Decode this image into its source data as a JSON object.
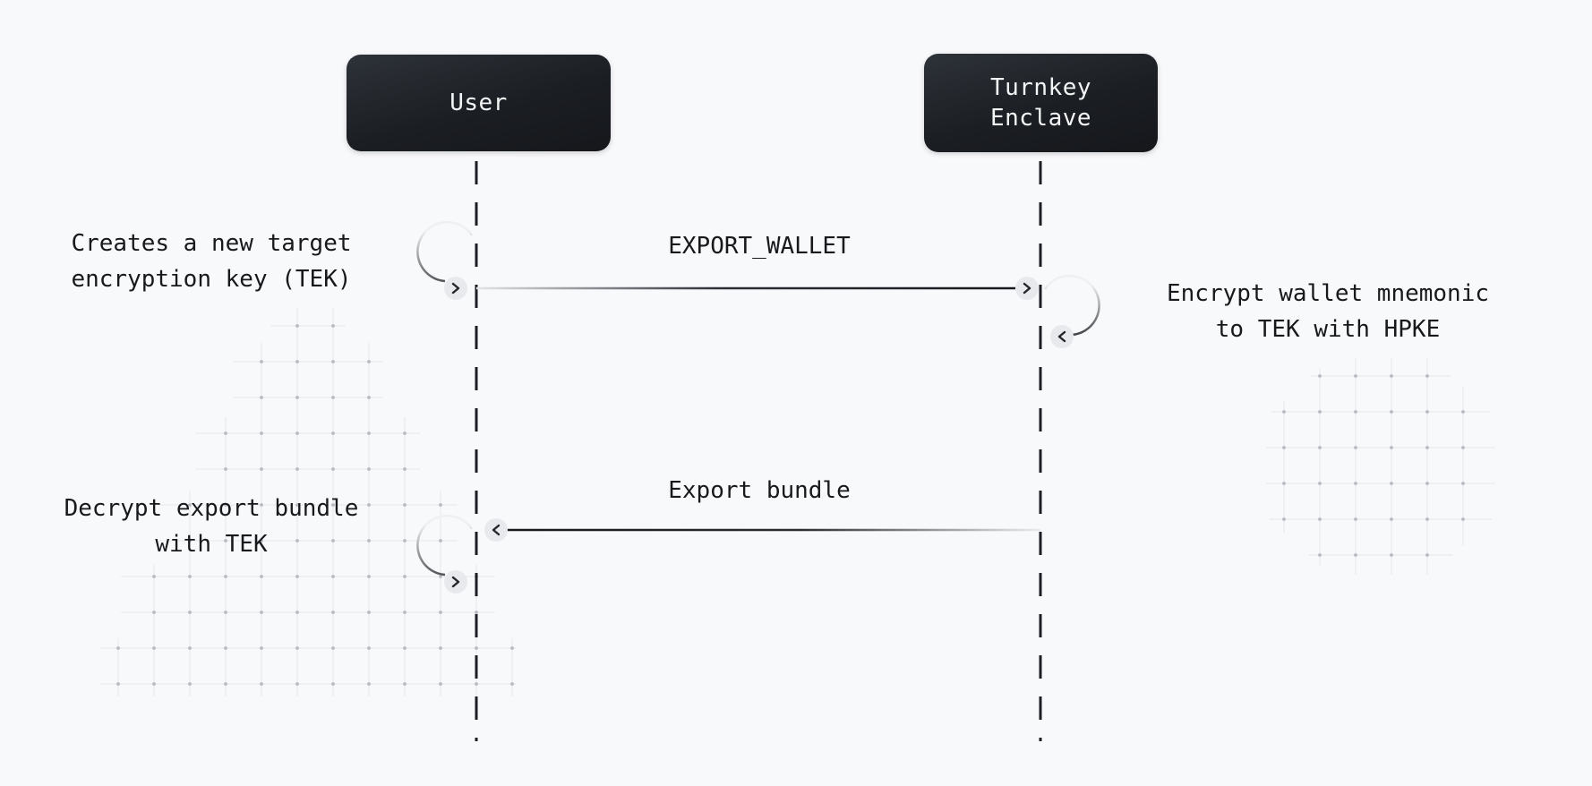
{
  "diagram": {
    "title_semantics": "wallet-export-sequence",
    "actors": [
      {
        "id": "user",
        "label": "User"
      },
      {
        "id": "enclave",
        "label": "Turnkey Enclave"
      }
    ],
    "messages": [
      {
        "id": "export-wallet",
        "label": "EXPORT_WALLET",
        "from": "user",
        "to": "enclave",
        "direction": "right"
      },
      {
        "id": "export-bundle",
        "label": "Export bundle",
        "from": "enclave",
        "to": "user",
        "direction": "left"
      }
    ],
    "notes": [
      {
        "id": "note-create-tek",
        "side": "left",
        "text": "Creates a new target\nencryption key (TEK)"
      },
      {
        "id": "note-encrypt-mnemonic",
        "side": "right",
        "text": "Encrypt wallet mnemonic\nto TEK with HPKE"
      },
      {
        "id": "note-decrypt-bundle",
        "side": "left",
        "text": "Decrypt export bundle\nwith TEK"
      }
    ],
    "icons": {
      "chevron-right": "›",
      "chevron-left": "‹"
    },
    "colors": {
      "background": "#f8f9fb",
      "actor_box_top": "#2e3339",
      "actor_box_bottom": "#15171b",
      "actor_text": "#f4f5f6",
      "line_dark": "#17191d",
      "line_light": "#e8eaed",
      "chevron_circle_bg": "#e8e9ed",
      "chevron_glyph": "#23262b",
      "note_text": "#17191c",
      "dot_grid": "#c7cad0"
    }
  }
}
